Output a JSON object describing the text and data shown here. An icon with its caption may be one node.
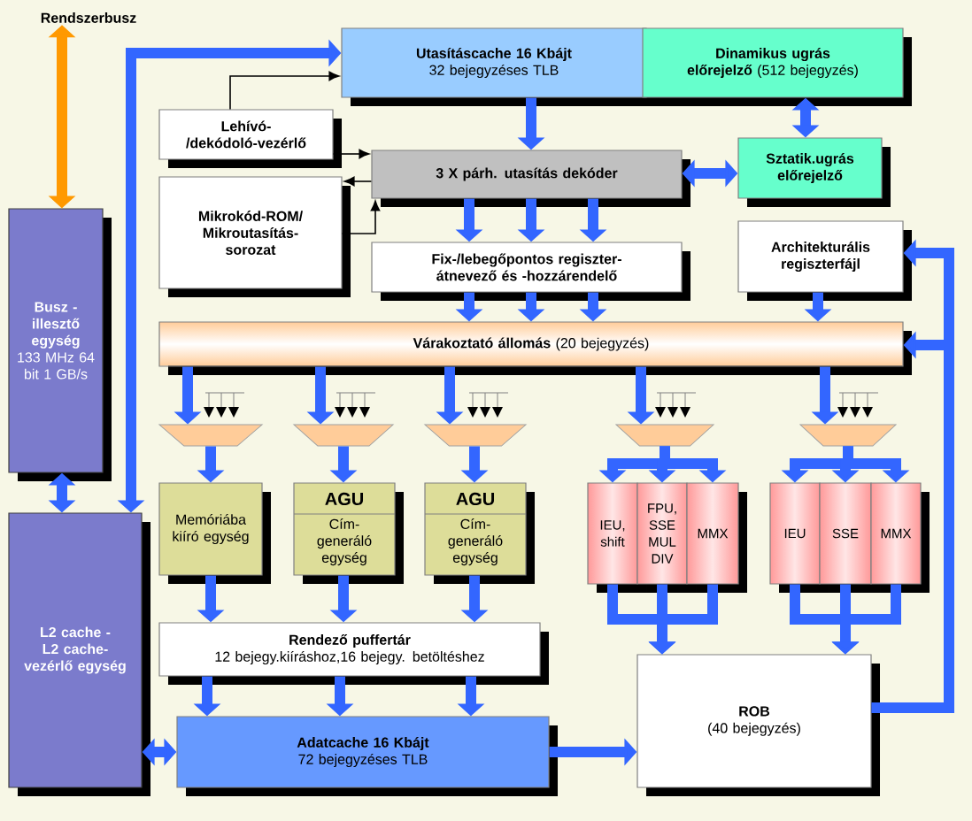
{
  "diagram": {
    "nodes": [
      {
        "text": [
          "Rendszerbusz"
        ]
      },
      {
        "text": [
          "Busz - illesztő egység",
          "133 MHz 64 bit 1 GB/s"
        ]
      },
      {
        "text": [
          "L2 cache - L2 cache- vezérlő egység"
        ]
      },
      {
        "text": [
          "Utasításcache 16 Kbájt",
          "32 bejegyzéses TLB"
        ]
      },
      {
        "text": [
          "**Dinamikus ugrás előrejelző** (512 bejegyzés)"
        ]
      },
      {
        "text": [
          "Lehívó-/dekódoló-vezérlő"
        ]
      },
      {
        "text": [
          "3 X párh. utasítás dekóder"
        ]
      },
      {
        "text": [
          "Sztatik.ugrás előrejelző"
        ]
      },
      {
        "text": [
          "Mikrokód-ROM/ Mikroutasítás-sorozat"
        ]
      },
      {
        "text": [
          "Fix-/lebegőpontos regiszter-átnevező és -hozzárendelő"
        ]
      },
      {
        "text": [
          "Architekturális regiszterfájl"
        ]
      },
      {
        "text": [
          "**Várakoztató állomás** (20 bejegyzés)"
        ]
      },
      {
        "text": [],
        "shape": "trapezoid"
      },
      {
        "text": [],
        "shape": "trapezoid"
      },
      {
        "text": [],
        "shape": "trapezoid"
      },
      {
        "text": [],
        "shape": "trapezoid"
      },
      {
        "text": [],
        "shape": "trapezoid"
      },
      {
        "text": [
          "Memóriába kiíró egység"
        ]
      },
      {
        "text": [
          "AGU",
          "Cím-generáló egység"
        ]
      },
      {
        "text": [
          "AGU",
          "Cím-generáló egység"
        ]
      },
      {
        "text": [
          "IEU, shift"
        ]
      },
      {
        "text": [
          "FPU, SSE MUL DIV"
        ]
      },
      {
        "text": [
          "MMX"
        ]
      },
      {
        "text": [
          "IEU"
        ]
      },
      {
        "text": [
          "SSE"
        ]
      },
      {
        "text": [
          "MMX"
        ]
      },
      {
        "text": [
          "Rendező puffertár",
          "12 bejegy.kiíráshoz,16 bejegy. betöltéshez"
        ]
      },
      {
        "text": [
          "Adatcache 16 Kbájt",
          "72 bejegyzéses TLB"
        ]
      },
      {
        "text": [
          "ROB",
          "(40 bejegyzés)"
        ]
      }
    ],
    "edges": [
      {
        "from": 0,
        "to": 1,
        "arrow": "both",
        "color": "#ff9900"
      },
      {
        "from": 1,
        "to": 2,
        "arrow": "both"
      },
      {
        "from": 2,
        "to": 3,
        "arrow": "both"
      },
      {
        "from": 3,
        "to": 6,
        "arrow": "to"
      },
      {
        "from": 5,
        "to": 3,
        "arrow": "to",
        "color": "#000000"
      },
      {
        "from": 5,
        "to": 6,
        "arrow": "to",
        "color": "#000000"
      },
      {
        "from": 6,
        "to": 8,
        "arrow": "to",
        "color": "#000000"
      },
      {
        "from": 8,
        "to": 6,
        "arrow": "to",
        "color": "#000000"
      },
      {
        "from": 4,
        "to": 7,
        "arrow": "both"
      },
      {
        "from": 6,
        "to": 7,
        "arrow": "both"
      },
      {
        "from": 6,
        "to": 9,
        "arrow": "to"
      },
      {
        "from": 6,
        "to": 9,
        "arrow": "to"
      },
      {
        "from": 6,
        "to": 9,
        "arrow": "to"
      },
      {
        "from": 9,
        "to": 11,
        "arrow": "to"
      },
      {
        "from": 9,
        "to": 11,
        "arrow": "to"
      },
      {
        "from": 9,
        "to": 11,
        "arrow": "to"
      },
      {
        "from": 10,
        "to": 11,
        "arrow": "to"
      },
      {
        "from": 28,
        "to": 10,
        "arrow": "to"
      },
      {
        "from": 28,
        "to": 11,
        "arrow": "to"
      },
      {
        "from": 11,
        "to": 12,
        "arrow": "to"
      },
      {
        "from": 11,
        "to": 13,
        "arrow": "to"
      },
      {
        "from": 11,
        "to": 14,
        "arrow": "to"
      },
      {
        "from": 11,
        "to": 15,
        "arrow": "to"
      },
      {
        "from": 11,
        "to": 16,
        "arrow": "to"
      },
      {
        "from": 12,
        "to": 17,
        "arrow": "to"
      },
      {
        "from": 13,
        "to": 18,
        "arrow": "to"
      },
      {
        "from": 14,
        "to": 19,
        "arrow": "to"
      },
      {
        "from": 15,
        "to": 20,
        "arrow": "to"
      },
      {
        "from": 15,
        "to": 21,
        "arrow": "to"
      },
      {
        "from": 15,
        "to": 22,
        "arrow": "to"
      },
      {
        "from": 16,
        "to": 23,
        "arrow": "to"
      },
      {
        "from": 16,
        "to": 24,
        "arrow": "to"
      },
      {
        "from": 16,
        "to": 25,
        "arrow": "to"
      },
      {
        "from": 17,
        "to": 26,
        "arrow": "to"
      },
      {
        "from": 18,
        "to": 26,
        "arrow": "to"
      },
      {
        "from": 19,
        "to": 26,
        "arrow": "to"
      },
      {
        "from": 26,
        "to": 27,
        "arrow": "to"
      },
      {
        "from": 26,
        "to": 27,
        "arrow": "to"
      },
      {
        "from": 26,
        "to": 27,
        "arrow": "to"
      },
      {
        "from": 2,
        "to": 27,
        "arrow": "both"
      },
      {
        "from": 27,
        "to": 28,
        "arrow": "to"
      },
      {
        "from": 20,
        "to": 28,
        "arrow": "to"
      },
      {
        "from": 21,
        "to": 28,
        "arrow": "to"
      },
      {
        "from": 22,
        "to": 28,
        "arrow": "to"
      },
      {
        "from": 23,
        "to": 28,
        "arrow": "to"
      },
      {
        "from": 24,
        "to": 28,
        "arrow": "to"
      },
      {
        "from": 25,
        "to": 28,
        "arrow": "to"
      }
    ]
  }
}
